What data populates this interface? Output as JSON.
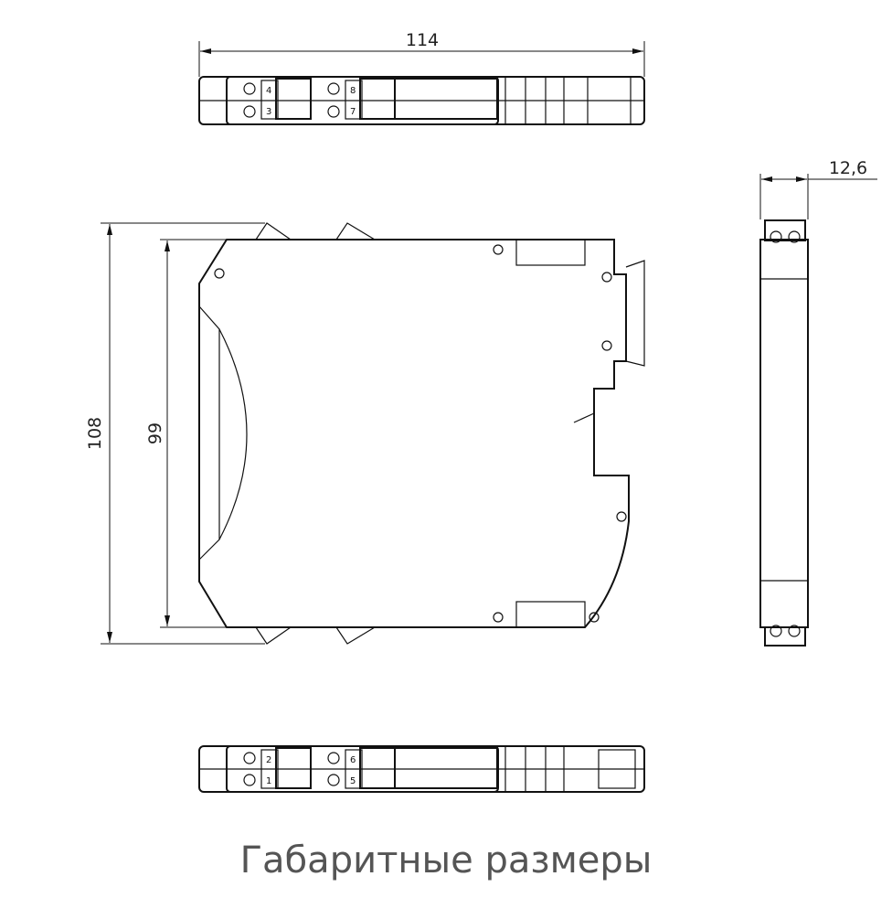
{
  "dimensions": {
    "width": "114",
    "depth": "12,6",
    "height_total": "108",
    "height_body": "99"
  },
  "terminals": {
    "top": [
      "4",
      "3",
      "8",
      "7"
    ],
    "bottom": [
      "2",
      "1",
      "6",
      "5"
    ]
  },
  "caption": "Габаритные размеры"
}
